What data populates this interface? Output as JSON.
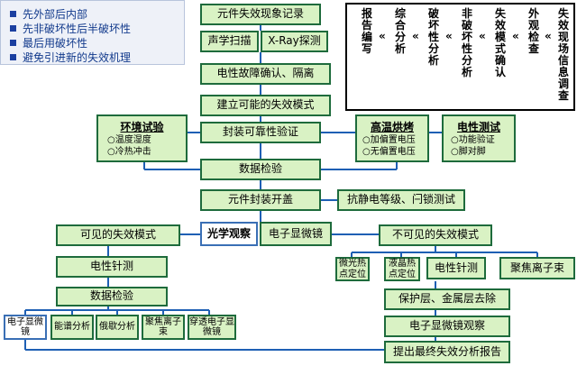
{
  "legend": [
    "先外部后内部",
    "先非破坏性后半破坏性",
    "最后用破坏性",
    "避免引进新的失效机理"
  ],
  "pipeline": {
    "steps": [
      "失效现场信息调查",
      "外观检查",
      "失效模式确认",
      "非破坏性分析",
      "破坏性分析",
      "综合分析",
      "报告编写"
    ],
    "arrow": "«"
  },
  "flow": {
    "record": "元件失效现象记录",
    "acoustic_scan": "声学扫描",
    "xray": "X-Ray探测",
    "fault_confirm": "电性故障确认、隔离",
    "build_modes": "建立可能的失效模式",
    "seal_verify": "封装可靠性验证",
    "data_check_1": "数据检验",
    "open_package": "元件封装开盖",
    "esd_test": "抗静电等级、闩锁测试",
    "optical": "光学观察",
    "sem_1": "电子显微镜",
    "visible_modes": "可见的失效模式",
    "invisible_modes": "不可见的失效模式",
    "probe_left": "电性针测",
    "data_check_2": "数据检验",
    "photo_emission": "微光热点定位",
    "liquid_crystal": "液晶热点定位",
    "probe_right": "电性针测",
    "fib_right": "聚焦离子束",
    "delayer": "保护层、金属层去除",
    "sem_obs": "电子显微镜观察",
    "final_report": "提出最终失效分析报告",
    "bottom_tools": [
      "电子显微镜",
      "能谱分析",
      "俄歇分析",
      "聚焦离子束",
      "穿透电子显微镜"
    ]
  },
  "env_test": {
    "title": "环境试验",
    "items": [
      "○温度湿度",
      "○冷热冲击"
    ]
  },
  "bake_test": {
    "title": "高温烘烤",
    "items": [
      "○加偏置电压",
      "○无偏置电压"
    ]
  },
  "elec_test": {
    "title": "电性测试",
    "items": [
      "○功能验证",
      "○脚对脚"
    ]
  }
}
